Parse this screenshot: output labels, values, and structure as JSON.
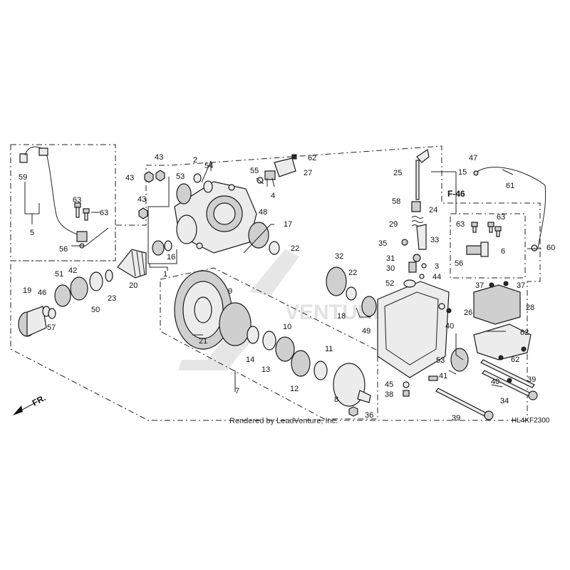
{
  "diagram_code": "HL4KF2300",
  "watermark": "Rendered by LeadVenture, Inc.",
  "watermark_brand": "VENTURE",
  "direction_marker": "FR.",
  "reference_ref": "F-46",
  "callouts": [
    "1",
    "2",
    "3",
    "4",
    "5",
    "6",
    "7",
    "8",
    "9",
    "10",
    "11",
    "12",
    "13",
    "14",
    "15",
    "16",
    "17",
    "18",
    "19",
    "20",
    "21",
    "22",
    "22",
    "23",
    "24",
    "25",
    "26",
    "27",
    "28",
    "29",
    "30",
    "31",
    "32",
    "33",
    "34",
    "35",
    "36",
    "37",
    "37",
    "38",
    "39",
    "39",
    "40",
    "40",
    "41",
    "42",
    "43",
    "43",
    "43",
    "44",
    "45",
    "46",
    "47",
    "48",
    "49",
    "50",
    "51",
    "52",
    "53",
    "53",
    "54",
    "55",
    "56",
    "56",
    "57",
    "58",
    "59",
    "60",
    "61",
    "62",
    "62",
    "62",
    "63",
    "63",
    "63",
    "63"
  ],
  "colors": {
    "line": "#222222",
    "part_fill": "#ececec",
    "dark_fill": "#2a2a2a",
    "watermark": "#e6e6e6"
  }
}
